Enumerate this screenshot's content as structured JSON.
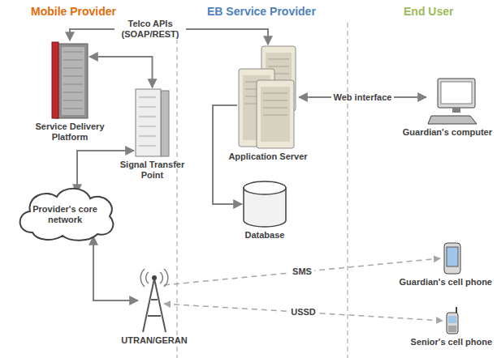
{
  "diagram": {
    "nodes": [
      {
        "text": [
          "Service Delivery Platform"
        ]
      },
      {
        "text": [
          "Signal Transfer Point"
        ]
      },
      {
        "text": [
          "Provider's core network"
        ]
      },
      {
        "text": [
          "UTRAN/GERAN"
        ]
      },
      {
        "text": [
          "Application Server"
        ]
      },
      {
        "text": [
          "Database"
        ]
      },
      {
        "text": [
          "Guardian's computer"
        ]
      },
      {
        "text": [
          "Guardian's cell phone"
        ]
      },
      {
        "text": [
          "Senior's cell phone"
        ]
      }
    ],
    "edges": [
      {
        "from": 4,
        "to": 0,
        "arrow": "both",
        "label": "Telco APIs (SOAP/REST)"
      },
      {
        "from": 0,
        "to": 1,
        "arrow": "both"
      },
      {
        "from": 1,
        "to": 2,
        "arrow": "both"
      },
      {
        "from": 2,
        "to": 3,
        "arrow": "both"
      },
      {
        "from": 4,
        "to": 5,
        "arrow": "to"
      },
      {
        "from": 4,
        "to": 6,
        "arrow": "both",
        "label": "Web interface"
      },
      {
        "from": 3,
        "to": 7,
        "arrow": "to",
        "label": "SMS"
      },
      {
        "from": 3,
        "to": 8,
        "arrow": "both",
        "label": "USSD"
      }
    ],
    "labels": [
      "Mobile Provider",
      "EB Service Provider",
      "End User"
    ]
  }
}
